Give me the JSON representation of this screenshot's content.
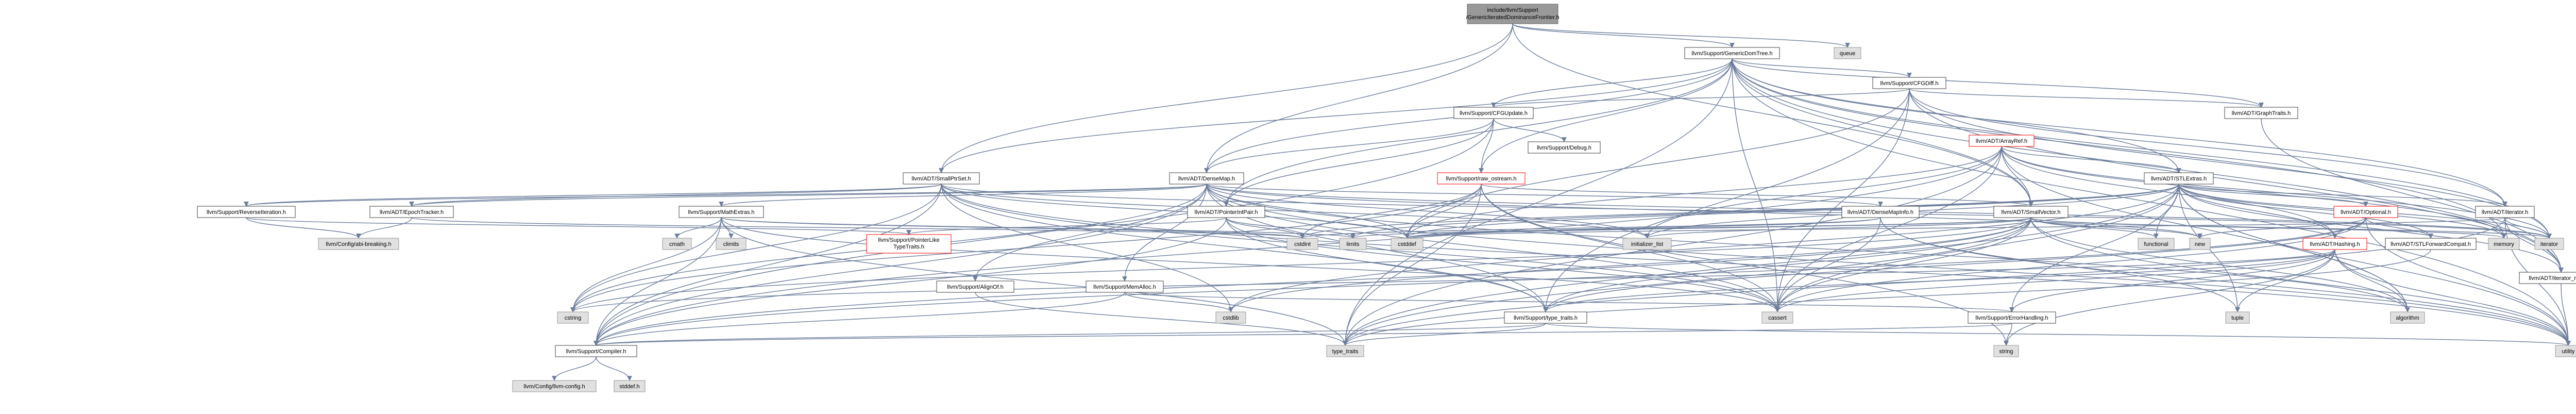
{
  "diagram": {
    "root": {
      "line1": "include/llvm/Support",
      "line2": "/GenericIteratedDominanceFrontier.h"
    },
    "nodes": [
      {
        "id": "GenericDomTree",
        "label": "llvm/Support/GenericDomTree.h",
        "style": "white"
      },
      {
        "id": "queue",
        "label": "queue",
        "style": "grey"
      },
      {
        "id": "CFGUpdate",
        "label": "llvm/Support/CFGUpdate.h",
        "style": "white"
      },
      {
        "id": "CFGDiff",
        "label": "llvm/Support/CFGDiff.h",
        "style": "white"
      },
      {
        "id": "GraphTraits",
        "label": "llvm/ADT/GraphTraits.h",
        "style": "white"
      },
      {
        "id": "Debug",
        "label": "llvm/Support/Debug.h",
        "style": "white"
      },
      {
        "id": "ArrayRef",
        "label": "llvm/ADT/ArrayRef.h",
        "style": "red"
      },
      {
        "id": "SmallPtrSet",
        "label": "llvm/ADT/SmallPtrSet.h",
        "style": "white"
      },
      {
        "id": "DenseMap",
        "label": "llvm/ADT/DenseMap.h",
        "style": "white"
      },
      {
        "id": "raw_ostream",
        "label": "llvm/Support/raw_ostream.h",
        "style": "red"
      },
      {
        "id": "STLExtras",
        "label": "llvm/ADT/STLExtras.h",
        "style": "white"
      },
      {
        "id": "ReverseIteration",
        "label": "llvm/Support/ReverseIteration.h",
        "style": "white"
      },
      {
        "id": "EpochTracker",
        "label": "llvm/ADT/EpochTracker.h",
        "style": "white"
      },
      {
        "id": "MathExtras",
        "label": "llvm/Support/MathExtras.h",
        "style": "white"
      },
      {
        "id": "PointerIntPair",
        "label": "llvm/ADT/PointerIntPair.h",
        "style": "white"
      },
      {
        "id": "DenseMapInfo",
        "label": "llvm/ADT/DenseMapInfo.h",
        "style": "white"
      },
      {
        "id": "SmallVector",
        "label": "llvm/ADT/SmallVector.h",
        "style": "white"
      },
      {
        "id": "Optional",
        "label": "llvm/ADT/Optional.h",
        "style": "red"
      },
      {
        "id": "iterator",
        "label": "llvm/ADT/iterator.h",
        "style": "white"
      },
      {
        "id": "abi_breaking",
        "label": "llvm/Config/abi-breaking.h",
        "style": "grey"
      },
      {
        "id": "cmath",
        "label": "cmath",
        "style": "grey"
      },
      {
        "id": "climits",
        "label": "climits",
        "style": "grey"
      },
      {
        "id": "PointerLikeTypeTraits",
        "label1": "llvm/Support/PointerLike",
        "label2": "TypeTraits.h",
        "style": "red"
      },
      {
        "id": "cstdint",
        "label": "cstdint",
        "style": "grey"
      },
      {
        "id": "limits",
        "label": "limits",
        "style": "grey"
      },
      {
        "id": "cstddef",
        "label": "cstddef",
        "style": "grey"
      },
      {
        "id": "initializer_list",
        "label": "initializer_list",
        "style": "grey"
      },
      {
        "id": "functional",
        "label": "functional",
        "style": "grey"
      },
      {
        "id": "new",
        "label": "new",
        "style": "grey"
      },
      {
        "id": "memory",
        "label": "memory",
        "style": "grey"
      },
      {
        "id": "Hashing",
        "label": "llvm/ADT/Hashing.h",
        "style": "red"
      },
      {
        "id": "STLForwardCompat",
        "label": "llvm/ADT/STLForwardCompat.h",
        "style": "white"
      },
      {
        "id": "iterator_h",
        "label": "iterator",
        "style": "grey"
      },
      {
        "id": "iterator_range",
        "label": "llvm/ADT/iterator_range.h",
        "style": "white"
      },
      {
        "id": "AlignOf",
        "label": "llvm/Support/AlignOf.h",
        "style": "white"
      },
      {
        "id": "MemAlloc",
        "label": "llvm/Support/MemAlloc.h",
        "style": "white"
      },
      {
        "id": "cstring",
        "label": "cstring",
        "style": "grey"
      },
      {
        "id": "cstdlib",
        "label": "cstdlib",
        "style": "grey"
      },
      {
        "id": "type_traits_h",
        "label": "llvm/Support/type_traits.h",
        "style": "white"
      },
      {
        "id": "cassert",
        "label": "cassert",
        "style": "grey"
      },
      {
        "id": "ErrorHandling",
        "label": "llvm/Support/ErrorHandling.h",
        "style": "white"
      },
      {
        "id": "tuple",
        "label": "tuple",
        "style": "grey"
      },
      {
        "id": "algorithm",
        "label": "algorithm",
        "style": "grey"
      },
      {
        "id": "Compiler",
        "label": "llvm/Support/Compiler.h",
        "style": "white"
      },
      {
        "id": "type_traits",
        "label": "type_traits",
        "style": "grey"
      },
      {
        "id": "string",
        "label": "string",
        "style": "grey"
      },
      {
        "id": "utility",
        "label": "utility",
        "style": "grey"
      },
      {
        "id": "llvm_config",
        "label": "llvm/Config/llvm-config.h",
        "style": "grey"
      },
      {
        "id": "cstddef_h",
        "label": "stddef.h",
        "style": "grey"
      }
    ],
    "edges": [
      [
        "root",
        "GenericDomTree"
      ],
      [
        "root",
        "SmallPtrSet"
      ],
      [
        "root",
        "DenseMap"
      ],
      [
        "root",
        "SmallVector"
      ],
      [
        "root",
        "queue"
      ],
      [
        "GenericDomTree",
        "CFGUpdate"
      ],
      [
        "GenericDomTree",
        "CFGDiff"
      ],
      [
        "GenericDomTree",
        "GraphTraits"
      ],
      [
        "GenericDomTree",
        "STLExtras"
      ],
      [
        "GenericDomTree",
        "raw_ostream"
      ],
      [
        "GenericDomTree",
        "DenseMap"
      ],
      [
        "GenericDomTree",
        "SmallPtrSet"
      ],
      [
        "GenericDomTree",
        "iterator_range"
      ],
      [
        "GenericDomTree",
        "iterator"
      ],
      [
        "GenericDomTree",
        "SmallVector"
      ],
      [
        "GenericDomTree",
        "PointerIntPair"
      ],
      [
        "GenericDomTree",
        "cassert"
      ],
      [
        "GenericDomTree",
        "memory"
      ],
      [
        "GenericDomTree",
        "iterator_h"
      ],
      [
        "GenericDomTree",
        "utility"
      ],
      [
        "GenericDomTree",
        "type_traits"
      ],
      [
        "CFGUpdate",
        "Debug"
      ],
      [
        "CFGUpdate",
        "raw_ostream"
      ],
      [
        "CFGUpdate",
        "APInt_placeholder"
      ],
      [
        "CFGUpdate",
        "DenseMap"
      ],
      [
        "CFGUpdate",
        "PointerIntPair"
      ],
      [
        "CFGUpdate",
        "Compiler"
      ],
      [
        "CFGDiff",
        "GraphTraits"
      ],
      [
        "CFGDiff",
        "iterator"
      ],
      [
        "CFGDiff",
        "iterator_range"
      ],
      [
        "CFGDiff",
        "CFGUpdate"
      ],
      [
        "CFGDiff",
        "type_traits_h"
      ],
      [
        "CFGDiff",
        "cassert"
      ],
      [
        "CFGDiff",
        "cstddef"
      ],
      [
        "CFGDiff",
        "iterator_h"
      ],
      [
        "GraphTraits",
        "iterator_range"
      ],
      [
        "ArrayRef",
        "Hashing"
      ],
      [
        "ArrayRef",
        "SmallVector"
      ],
      [
        "ArrayRef",
        "STLExtras"
      ],
      [
        "ArrayRef",
        "Compiler"
      ],
      [
        "ArrayRef",
        "algorithm"
      ],
      [
        "ArrayRef",
        "array_placeholder"
      ],
      [
        "ArrayRef",
        "cassert"
      ],
      [
        "ArrayRef",
        "cstddef"
      ],
      [
        "ArrayRef",
        "initializer_list"
      ],
      [
        "ArrayRef",
        "iterator_h"
      ],
      [
        "ArrayRef",
        "memory"
      ],
      [
        "ArrayRef",
        "type_traits"
      ],
      [
        "ArrayRef",
        "vector_placeholder"
      ],
      [
        "SmallPtrSet",
        "EpochTracker"
      ],
      [
        "SmallPtrSet",
        "Compiler"
      ],
      [
        "SmallPtrSet",
        "ReverseIteration"
      ],
      [
        "SmallPtrSet",
        "type_traits_h"
      ],
      [
        "SmallPtrSet",
        "cassert"
      ],
      [
        "SmallPtrSet",
        "cstddef"
      ],
      [
        "SmallPtrSet",
        "cstdlib"
      ],
      [
        "SmallPtrSet",
        "cstring"
      ],
      [
        "SmallPtrSet",
        "initializer_list"
      ],
      [
        "SmallPtrSet",
        "iterator_h"
      ],
      [
        "SmallPtrSet",
        "utility"
      ],
      [
        "DenseMap",
        "DenseMapInfo"
      ],
      [
        "DenseMap",
        "EpochTracker"
      ],
      [
        "DenseMap",
        "AlignOf"
      ],
      [
        "DenseMap",
        "Compiler"
      ],
      [
        "DenseMap",
        "MathExtras"
      ],
      [
        "DenseMap",
        "MemAlloc"
      ],
      [
        "DenseMap",
        "ReverseIteration"
      ],
      [
        "DenseMap",
        "type_traits_h"
      ],
      [
        "DenseMap",
        "algorithm"
      ],
      [
        "DenseMap",
        "cassert"
      ],
      [
        "DenseMap",
        "cstddef"
      ],
      [
        "DenseMap",
        "cstring"
      ],
      [
        "DenseMap",
        "initializer_list"
      ],
      [
        "DenseMap",
        "iterator_h"
      ],
      [
        "DenseMap",
        "new"
      ],
      [
        "DenseMap",
        "utility"
      ],
      [
        "raw_ostream",
        "SmallVector"
      ],
      [
        "raw_ostream",
        "cassert"
      ],
      [
        "raw_ostream",
        "cstddef"
      ],
      [
        "raw_ostream",
        "cstdint"
      ],
      [
        "raw_ostream",
        "cstring"
      ],
      [
        "raw_ostream",
        "optional_placeholder"
      ],
      [
        "raw_ostream",
        "string"
      ],
      [
        "raw_ostream",
        "type_traits"
      ],
      [
        "STLExtras",
        "Hashing"
      ],
      [
        "STLExtras",
        "STLForwardCompat"
      ],
      [
        "STLExtras",
        "iterator"
      ],
      [
        "STLExtras",
        "iterator_range"
      ],
      [
        "STLExtras",
        "ErrorHandling"
      ],
      [
        "STLExtras",
        "algorithm"
      ],
      [
        "STLExtras",
        "cassert"
      ],
      [
        "STLExtras",
        "cstddef"
      ],
      [
        "STLExtras",
        "cstdint"
      ],
      [
        "STLExtras",
        "cstdlib"
      ],
      [
        "STLExtras",
        "functional"
      ],
      [
        "STLExtras",
        "initializer_list"
      ],
      [
        "STLExtras",
        "iterator_h"
      ],
      [
        "STLExtras",
        "limits"
      ],
      [
        "STLExtras",
        "memory"
      ],
      [
        "STLExtras",
        "tuple"
      ],
      [
        "STLExtras",
        "type_traits"
      ],
      [
        "STLExtras",
        "utility"
      ],
      [
        "STLExtras",
        "Optional"
      ],
      [
        "ReverseIteration",
        "abi_breaking"
      ],
      [
        "ReverseIteration",
        "PointerLikeTypeTraits"
      ],
      [
        "EpochTracker",
        "abi_breaking"
      ],
      [
        "EpochTracker",
        "cstdint"
      ],
      [
        "MathExtras",
        "Compiler"
      ],
      [
        "MathExtras",
        "cassert"
      ],
      [
        "MathExtras",
        "climits"
      ],
      [
        "MathExtras",
        "cmath"
      ],
      [
        "MathExtras",
        "cstdint"
      ],
      [
        "MathExtras",
        "cstring"
      ],
      [
        "MathExtras",
        "limits"
      ],
      [
        "MathExtras",
        "type_traits"
      ],
      [
        "PointerIntPair",
        "Compiler"
      ],
      [
        "PointerIntPair",
        "PointerLikeTypeTraits"
      ],
      [
        "PointerIntPair",
        "type_traits_h"
      ],
      [
        "PointerIntPair",
        "cassert"
      ],
      [
        "PointerIntPair",
        "cstdint"
      ],
      [
        "PointerIntPair",
        "limits"
      ],
      [
        "DenseMapInfo",
        "cassert"
      ],
      [
        "DenseMapInfo",
        "cstddef"
      ],
      [
        "DenseMapInfo",
        "cstdint"
      ],
      [
        "DenseMapInfo",
        "tuple"
      ],
      [
        "DenseMapInfo",
        "utility"
      ],
      [
        "SmallVector",
        "Compiler"
      ],
      [
        "SmallVector",
        "type_traits_h"
      ],
      [
        "SmallVector",
        "algorithm"
      ],
      [
        "SmallVector",
        "cassert"
      ],
      [
        "SmallVector",
        "cstddef"
      ],
      [
        "SmallVector",
        "cstdlib"
      ],
      [
        "SmallVector",
        "cstring"
      ],
      [
        "SmallVector",
        "functional"
      ],
      [
        "SmallVector",
        "initializer_list"
      ],
      [
        "SmallVector",
        "iterator_h"
      ],
      [
        "SmallVector",
        "limits"
      ],
      [
        "SmallVector",
        "memory"
      ],
      [
        "SmallVector",
        "new"
      ],
      [
        "SmallVector",
        "type_traits"
      ],
      [
        "SmallVector",
        "utility"
      ],
      [
        "Optional",
        "Hashing"
      ],
      [
        "Optional",
        "STLForwardCompat"
      ],
      [
        "Optional",
        "Compiler"
      ],
      [
        "Optional",
        "type_traits_h"
      ],
      [
        "Optional",
        "cassert"
      ],
      [
        "Optional",
        "new"
      ],
      [
        "Optional",
        "utility"
      ],
      [
        "iterator",
        "iterator_range"
      ],
      [
        "iterator",
        "cstddef"
      ],
      [
        "iterator",
        "iterator_h"
      ],
      [
        "iterator",
        "type_traits"
      ],
      [
        "iterator",
        "utility"
      ],
      [
        "Hashing",
        "ErrorHandling"
      ],
      [
        "Hashing",
        "type_traits_h"
      ],
      [
        "Hashing",
        "algorithm"
      ],
      [
        "Hashing",
        "cassert"
      ],
      [
        "Hashing",
        "cstring"
      ],
      [
        "Hashing",
        "string"
      ],
      [
        "Hashing",
        "tuple"
      ],
      [
        "Hashing",
        "utility"
      ],
      [
        "STLForwardCompat",
        "type_traits"
      ],
      [
        "iterator_range",
        "utility"
      ],
      [
        "AlignOf",
        "type_traits"
      ],
      [
        "MemAlloc",
        "Compiler"
      ],
      [
        "MemAlloc",
        "ErrorHandling"
      ],
      [
        "MemAlloc",
        "cstdlib"
      ],
      [
        "type_traits_h",
        "Compiler"
      ],
      [
        "type_traits_h",
        "type_traits"
      ],
      [
        "type_traits_h",
        "utility"
      ],
      [
        "ErrorHandling",
        "Compiler"
      ],
      [
        "ErrorHandling",
        "string"
      ],
      [
        "Compiler",
        "llvm_config"
      ],
      [
        "Compiler",
        "cstddef_h"
      ]
    ]
  }
}
